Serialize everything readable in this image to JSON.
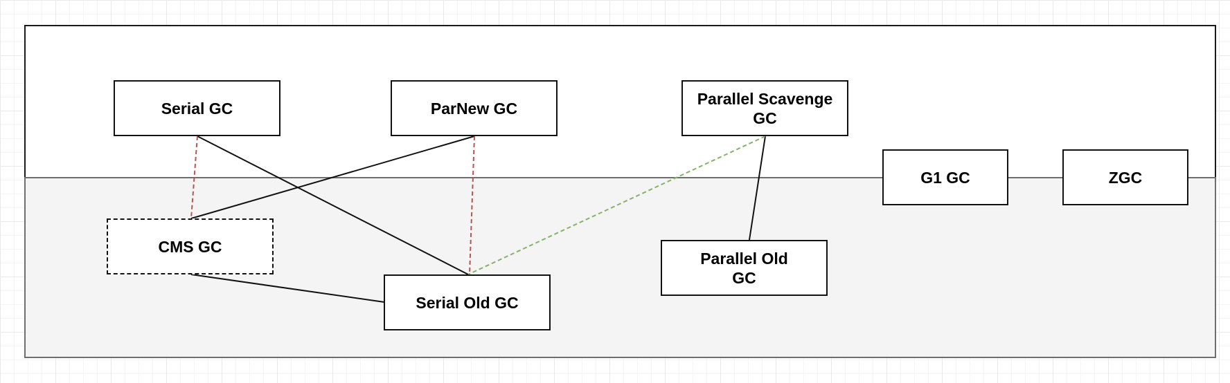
{
  "nodes": {
    "serial_gc": "Serial GC",
    "parnew_gc": "ParNew GC",
    "parallel_scavenge_gc": "Parallel Scavenge GC",
    "g1_gc": "G1 GC",
    "zgc": "ZGC",
    "cms_gc": "CMS GC",
    "serial_old_gc": "Serial Old GC",
    "parallel_old_gc": "Parallel Old GC"
  },
  "colors": {
    "solid_link": "#111111",
    "red_dashed_link": "#b85450",
    "green_dashed_link": "#82b366",
    "old_region_fill": "#f4f4f4"
  }
}
